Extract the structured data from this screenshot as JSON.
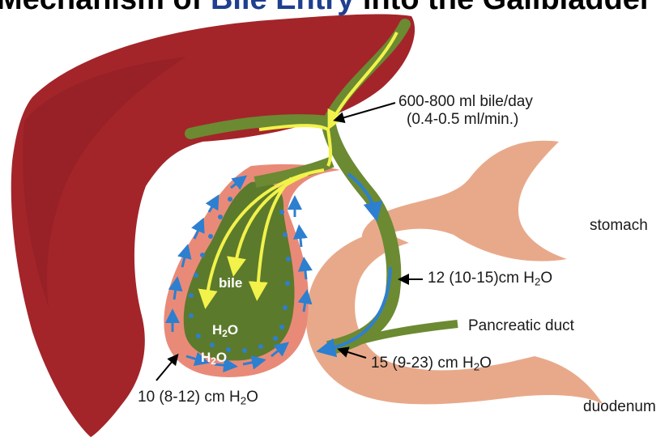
{
  "title": {
    "part1": "Mechanism of ",
    "part2": "Bile Entry",
    "part3": " into the Gallbladder"
  },
  "labels": {
    "bile_flow_line1": "600-800 ml bile/day",
    "bile_flow_line2": "(0.4-0.5 ml/min.)",
    "stomach": "stomach",
    "cbd_pressure_pre": "12 (10-15)cm H",
    "cbd_pressure_sub": "2",
    "cbd_pressure_post": "O",
    "pancreatic_duct": "Pancreatic duct",
    "sphincter_pressure_pre": "15 (9-23) cm H",
    "sphincter_pressure_sub": "2",
    "sphincter_pressure_post": "O",
    "gb_pressure_pre": "10 (8-12) cm H",
    "gb_pressure_sub": "2",
    "gb_pressure_post": "O",
    "duodenum": "duodenum",
    "inside_bile": "bile",
    "inside_h2o_1_pre": "H",
    "inside_h2o_1_sub": "2",
    "inside_h2o_1_post": "O",
    "inside_h2o_2_pre": "H",
    "inside_h2o_2_sub": "2",
    "inside_h2o_2_post": "O"
  },
  "colors": {
    "liver": "#a3252a",
    "gallbladder_wall": "#e98a78",
    "gallbladder_bile": "#5c7a2c",
    "duct": "#6b8a32",
    "duodenum": "#e8a98a",
    "yellow_arrow": "#f2f24a",
    "blue_arrow": "#2d7fd0"
  }
}
